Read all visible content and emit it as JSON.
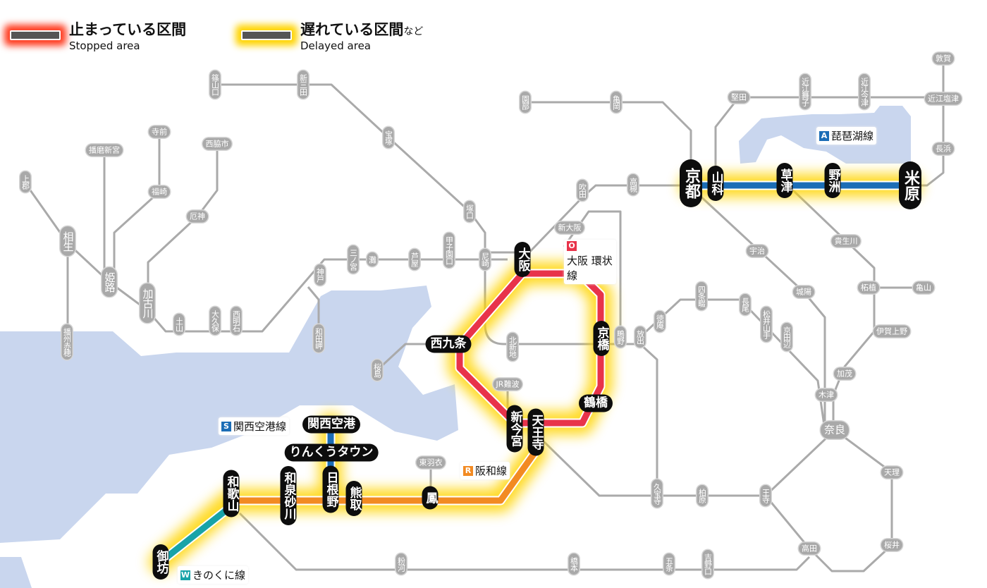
{
  "legend": {
    "stopped": {
      "jp": "止まっている区間",
      "en": "Stopped area"
    },
    "delayed": {
      "jp": "遅れている区間",
      "suffix": "など",
      "en": "Delayed area"
    }
  },
  "colors": {
    "stopped_glow": "#ff3b1f",
    "delayed_glow": "#ffd400",
    "biwako": "#1b6db6",
    "loop": "#e8334a",
    "hanwa": "#f28a22",
    "kansai_airport": "#1b6db6",
    "kinokuni": "#17a3a8",
    "gray_line": "#aaaaaa",
    "water": "#c9d6ee"
  },
  "line_labels": [
    {
      "badge": "A",
      "name": "琵琶湖線",
      "color": "#1b6db6"
    },
    {
      "badge": "O",
      "name": "大阪 環状線",
      "color": "#e8334a"
    },
    {
      "badge": "S",
      "name": "関西空港線",
      "color": "#1b6db6"
    },
    {
      "badge": "R",
      "name": "阪和線",
      "color": "#f28a22"
    },
    {
      "badge": "W",
      "name": "きのくに線",
      "color": "#17a3a8"
    }
  ],
  "major_stations": [
    "京都",
    "山科",
    "草津",
    "野洲",
    "米原",
    "大阪",
    "西九条",
    "京橋",
    "鶴橋",
    "新今宮",
    "天王寺",
    "関西空港",
    "りんくうタウン",
    "日根野",
    "熊取",
    "和泉砂川",
    "鳳",
    "和歌山",
    "御坊"
  ],
  "minor_stations": [
    "篠山口",
    "新三田",
    "宝塚",
    "寺前",
    "播磨新宮",
    "西脇市",
    "上郡",
    "福崎",
    "厄神",
    "相生",
    "姫路",
    "加古川",
    "土山",
    "大久保",
    "西明石",
    "神戸",
    "和田岬",
    "播州赤穂",
    "三ノ宮",
    "灘",
    "芦屋",
    "甲子園口",
    "尼崎",
    "塚口",
    "園部",
    "亀岡",
    "吹田",
    "高槻",
    "新大阪",
    "北新地",
    "桜島",
    "JR難波",
    "鴫野",
    "放出",
    "徳庵",
    "四条畷",
    "長尾",
    "松井山手",
    "京田辺",
    "城陽",
    "宇治",
    "貴生川",
    "柘植",
    "亀山",
    "伊賀上野",
    "加茂",
    "木津",
    "奈良",
    "天理",
    "桜井",
    "王寺",
    "高田",
    "柏原",
    "久宝寺",
    "吉野口",
    "五条",
    "橋本",
    "粉河",
    "東羽衣",
    "堅田",
    "近江舞子",
    "近江今津",
    "敦賀",
    "近江塩津",
    "長浜"
  ]
}
